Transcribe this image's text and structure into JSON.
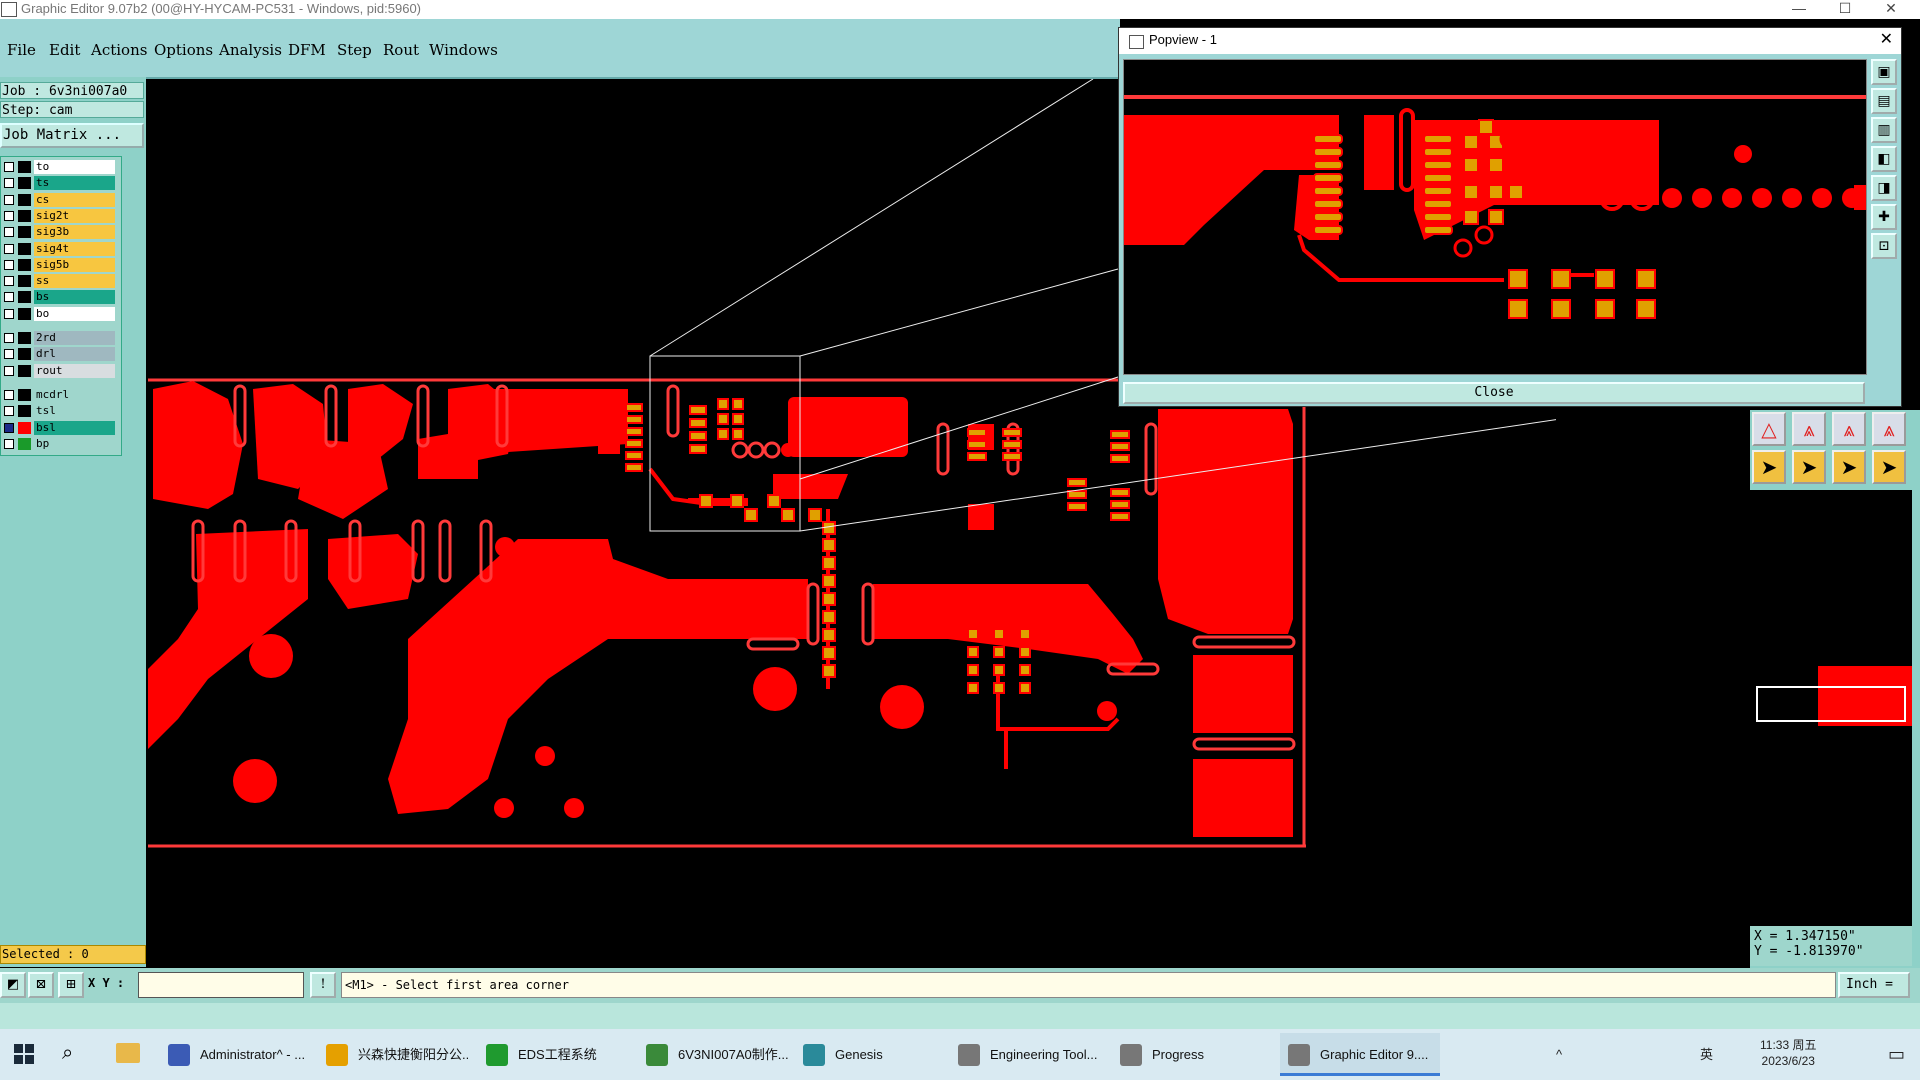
{
  "window": {
    "title": "Graphic Editor 9.07b2 (00@HY-HYCAM-PC531 - Windows, pid:5960)",
    "controls": {
      "minimize": "—",
      "maximize": "☐",
      "close": "✕"
    }
  },
  "menu": [
    "File",
    "Edit",
    "Actions",
    "Options",
    "Analysis",
    "DFM",
    "Step",
    "Rout",
    "Windows"
  ],
  "job": {
    "job_label": "Job : 6v3ni007a0",
    "step_label": "Step: cam",
    "matrix_button": "Job Matrix ..."
  },
  "layers": [
    {
      "name": "to",
      "color": "#ffffff",
      "swatch": "#000000",
      "checked": false
    },
    {
      "name": "ts",
      "color": "#1aa68a",
      "swatch": "#000000",
      "checked": false
    },
    {
      "name": "cs",
      "color": "#f7c640",
      "swatch": "#000000",
      "checked": false
    },
    {
      "name": "sig2t",
      "color": "#f7c640",
      "swatch": "#000000",
      "checked": false
    },
    {
      "name": "sig3b",
      "color": "#f7c640",
      "swatch": "#000000",
      "checked": false
    },
    {
      "name": "sig4t",
      "color": "#f7c640",
      "swatch": "#000000",
      "checked": false
    },
    {
      "name": "sig5b",
      "color": "#f7c640",
      "swatch": "#000000",
      "checked": false
    },
    {
      "name": "ss",
      "color": "#f7c640",
      "swatch": "#000000",
      "checked": false
    },
    {
      "name": "bs",
      "color": "#1aa68a",
      "swatch": "#000000",
      "checked": false
    },
    {
      "name": "bo",
      "color": "#ffffff",
      "swatch": "#000000",
      "checked": false
    },
    {
      "name": "2rd",
      "color": "#9fb8c0",
      "swatch": "#000000",
      "checked": false
    },
    {
      "name": "drl",
      "color": "#9fb8c0",
      "swatch": "#000000",
      "checked": false
    },
    {
      "name": "rout",
      "color": "#d8dde0",
      "swatch": "#000000",
      "checked": false
    },
    {
      "name": "mcdrl",
      "color": "#9fd6cc",
      "swatch": "#000000",
      "checked": false
    },
    {
      "name": "tsl",
      "color": "#9fd6cc",
      "swatch": "#000000",
      "checked": false
    },
    {
      "name": "bsl",
      "color": "#1aa68a",
      "swatch": "#ff0000",
      "checked": true
    },
    {
      "name": "bp",
      "color": "#9fd6cc",
      "swatch": "#1a9a2a",
      "checked": false
    }
  ],
  "selected_label": "Selected : 0",
  "popview": {
    "title": "Popview - 1",
    "close_button": "Close",
    "close_x": "✕"
  },
  "coords": {
    "x": "X = 1.347150\"",
    "y": "Y = -1.813970\""
  },
  "command": {
    "xy_label": "X Y :",
    "xy_value": "",
    "prompt": "<M1> - Select first area corner",
    "exclaim": "!",
    "unit": "Inch ="
  },
  "taskbar": {
    "items": [
      {
        "label": "Administrator^ - ...",
        "color": "#3b5bb5"
      },
      {
        "label": "兴森快捷衡阳分公...",
        "color": "#e5a000"
      },
      {
        "label": "EDS工程系统",
        "color": "#1f9a2f"
      },
      {
        "label": "6V3NI007A0制作...",
        "color": "#3a8a3a"
      },
      {
        "label": "Genesis",
        "color": "#2a8a9a"
      },
      {
        "label": "Engineering Tool...",
        "color": "#777777"
      },
      {
        "label": "Progress",
        "color": "#777777"
      },
      {
        "label": "Graphic Editor 9....",
        "color": "#777777"
      }
    ],
    "time": "11:33 周五",
    "date": "2023/6/23",
    "ime": "英"
  },
  "colors": {
    "trace": "#ff0000",
    "pad": "#e0a000",
    "outline": "#ff3a3a",
    "accent": "#9ed6d6"
  }
}
